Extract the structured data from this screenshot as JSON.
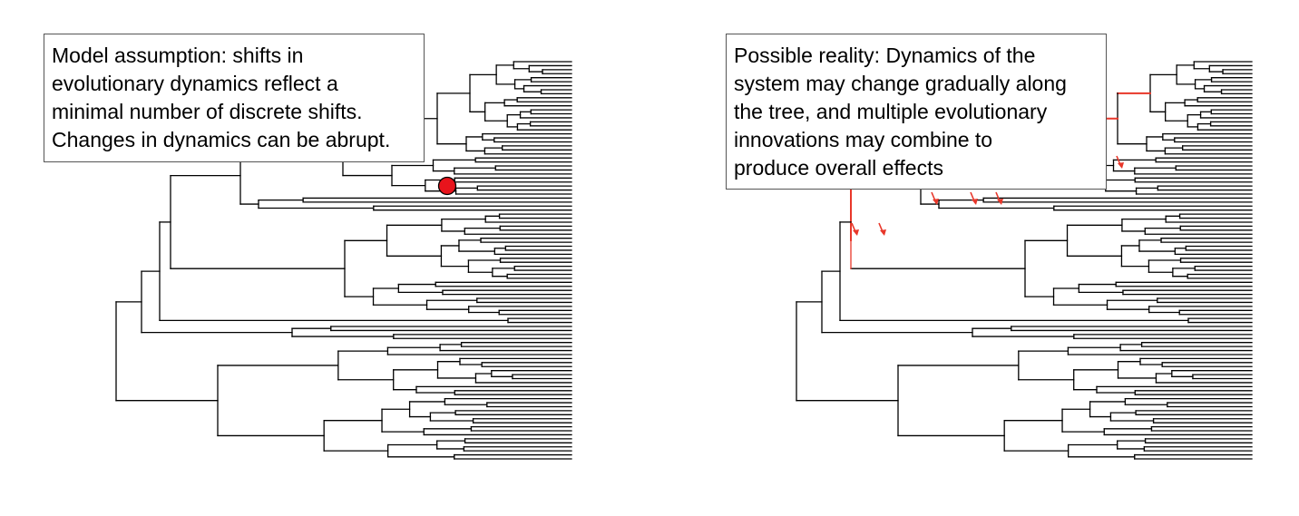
{
  "panels": [
    {
      "id": "model",
      "callout_lines": [
        "Model assumption: shifts in",
        "evolutionary dynamics reflect a",
        "minimal number of discrete shifts.",
        "Changes in dynamics can be abrupt."
      ],
      "shift_marker_color": "#e8141c"
    },
    {
      "id": "reality",
      "callout_lines": [
        "Possible reality: Dynamics of the",
        "system may change gradually along",
        "the tree, and multiple evolutionary",
        "innovations may combine to",
        "produce overall effects"
      ],
      "highlight_color": "#e8372a",
      "arrow_count": 10
    }
  ],
  "tree_color": "#000000"
}
